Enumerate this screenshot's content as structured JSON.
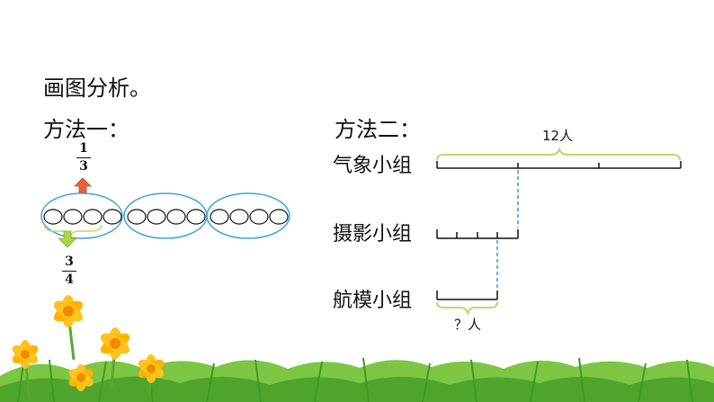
{
  "title": "画图分析。",
  "method1": {
    "heading": "方法一：",
    "frac_top": {
      "num": "1",
      "den": "3"
    },
    "frac_bottom": {
      "num": "3",
      "den": "4"
    },
    "groups": 3,
    "circles_per_group": 4
  },
  "method2": {
    "heading": "方法二：",
    "total_label": "12人",
    "question_label": "？人",
    "rows": [
      {
        "label": "气象小组",
        "segments": 3
      },
      {
        "label": "摄影小组",
        "segments": 4
      },
      {
        "label": "航模小组",
        "segments": 1
      }
    ]
  },
  "colors": {
    "ellipse": "#3fa3d8",
    "dashed": "#2f9ad8",
    "brace": "#b7dc64",
    "arrow_up": "#e8643c",
    "arrow_down": "#a8d64a",
    "grass": "#6fbf3a",
    "flower": "#ffc21e"
  }
}
